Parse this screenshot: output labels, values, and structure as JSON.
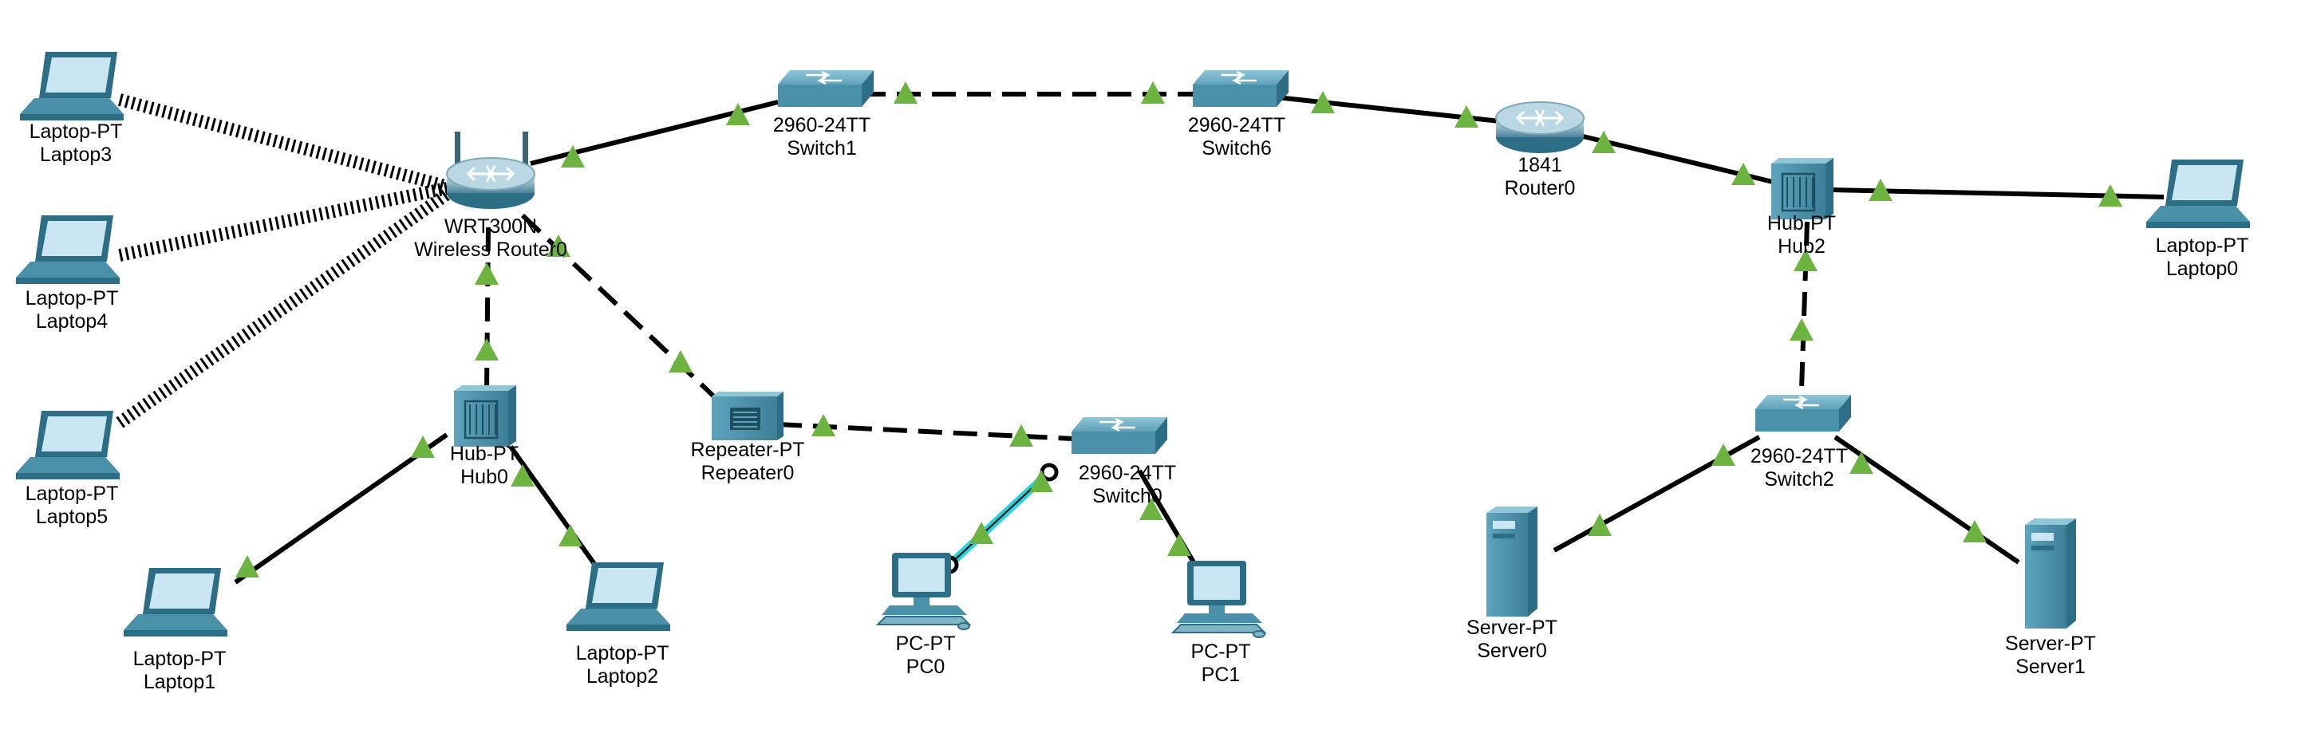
{
  "colors": {
    "link": "#000000",
    "link_up_marker": "#6db33f",
    "console_cable": "#21d4e0",
    "device_body": "#4a90a8",
    "device_dark": "#2c6e86",
    "screen": "#c9e6f2",
    "background": "#ffffff"
  },
  "devices": [
    {
      "id": "laptop3",
      "type": "laptop",
      "model": "Laptop-PT",
      "name": "Laptop3"
    },
    {
      "id": "laptop4",
      "type": "laptop",
      "model": "Laptop-PT",
      "name": "Laptop4"
    },
    {
      "id": "laptop5",
      "type": "laptop",
      "model": "Laptop-PT",
      "name": "Laptop5"
    },
    {
      "id": "wrouter0",
      "type": "wireless-router",
      "model": "WRT300N",
      "name": "Wireless Router0"
    },
    {
      "id": "switch1",
      "type": "switch",
      "model": "2960-24TT",
      "name": "Switch1"
    },
    {
      "id": "switch6",
      "type": "switch",
      "model": "2960-24TT",
      "name": "Switch6"
    },
    {
      "id": "router0",
      "type": "router",
      "model": "1841",
      "name": "Router0"
    },
    {
      "id": "hub2",
      "type": "hub",
      "model": "Hub-PT",
      "name": "Hub2"
    },
    {
      "id": "laptop0",
      "type": "laptop",
      "model": "Laptop-PT",
      "name": "Laptop0"
    },
    {
      "id": "hub0",
      "type": "hub",
      "model": "Hub-PT",
      "name": "Hub0"
    },
    {
      "id": "repeater0",
      "type": "repeater",
      "model": "Repeater-PT",
      "name": "Repeater0"
    },
    {
      "id": "switch0",
      "type": "switch",
      "model": "2960-24TT",
      "name": "Switch0"
    },
    {
      "id": "switch2",
      "type": "switch",
      "model": "2960-24TT",
      "name": "Switch2"
    },
    {
      "id": "laptop1",
      "type": "laptop",
      "model": "Laptop-PT",
      "name": "Laptop1"
    },
    {
      "id": "laptop2",
      "type": "laptop",
      "model": "Laptop-PT",
      "name": "Laptop2"
    },
    {
      "id": "pc0",
      "type": "pc",
      "model": "PC-PT",
      "name": "PC0"
    },
    {
      "id": "pc1",
      "type": "pc",
      "model": "PC-PT",
      "name": "PC1"
    },
    {
      "id": "server0",
      "type": "server",
      "model": "Server-PT",
      "name": "Server0"
    },
    {
      "id": "server1",
      "type": "server",
      "model": "Server-PT",
      "name": "Server1"
    }
  ],
  "links": [
    {
      "from": "laptop3",
      "to": "wrouter0",
      "style": "wireless"
    },
    {
      "from": "laptop4",
      "to": "wrouter0",
      "style": "wireless"
    },
    {
      "from": "laptop5",
      "to": "wrouter0",
      "style": "wireless"
    },
    {
      "from": "wrouter0",
      "to": "switch1",
      "style": "straight"
    },
    {
      "from": "switch1",
      "to": "switch6",
      "style": "crossover"
    },
    {
      "from": "switch6",
      "to": "router0",
      "style": "straight"
    },
    {
      "from": "router0",
      "to": "hub2",
      "style": "straight"
    },
    {
      "from": "hub2",
      "to": "laptop0",
      "style": "straight"
    },
    {
      "from": "wrouter0",
      "to": "hub0",
      "style": "crossover"
    },
    {
      "from": "wrouter0",
      "to": "repeater0",
      "style": "crossover"
    },
    {
      "from": "repeater0",
      "to": "switch0",
      "style": "crossover"
    },
    {
      "from": "hub0",
      "to": "laptop1",
      "style": "straight"
    },
    {
      "from": "hub0",
      "to": "laptop2",
      "style": "straight"
    },
    {
      "from": "switch0",
      "to": "pc0",
      "style": "console"
    },
    {
      "from": "switch0",
      "to": "pc1",
      "style": "straight"
    },
    {
      "from": "hub2",
      "to": "switch2",
      "style": "crossover"
    },
    {
      "from": "switch2",
      "to": "server0",
      "style": "straight"
    },
    {
      "from": "switch2",
      "to": "server1",
      "style": "straight"
    }
  ]
}
